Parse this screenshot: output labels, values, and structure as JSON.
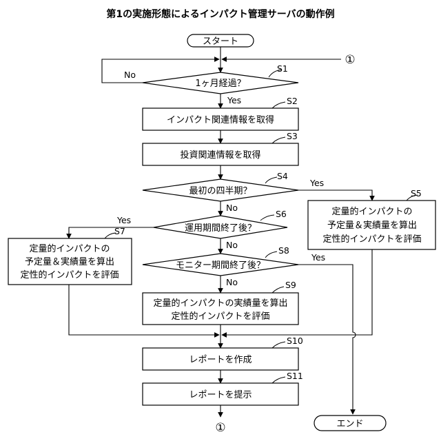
{
  "title": "第1の実施形態によるインパクト管理サーバの動作例",
  "start_label": "スタート",
  "end_label": "エンド",
  "connector_symbol": "①",
  "steps": {
    "s1": {
      "id": "S1",
      "text": "1ヶ月経過？"
    },
    "s2": {
      "id": "S2",
      "text": "インパクト関連情報を取得"
    },
    "s3": {
      "id": "S3",
      "text": "投資関連情報を取得"
    },
    "s4": {
      "id": "S4",
      "text": "最初の四半期？"
    },
    "s5": {
      "id": "S5",
      "lines": [
        "定量的インパクトの",
        "予定量＆実績量を算出",
        "定性的インパクトを評価"
      ]
    },
    "s6": {
      "id": "S6",
      "text": "運用期間終了後？"
    },
    "s7": {
      "id": "S7",
      "lines": [
        "定量的インパクトの",
        "予定量＆実績量を算出",
        "定性的インパクトを評価"
      ]
    },
    "s8": {
      "id": "S8",
      "text": "モニター期間終了後？"
    },
    "s9": {
      "id": "S9",
      "lines": [
        "定量的インパクトの実績量を算出",
        "定性的インパクトを評価"
      ]
    },
    "s10": {
      "id": "S10",
      "text": "レポートを作成"
    },
    "s11": {
      "id": "S11",
      "text": "レポートを提示"
    }
  },
  "branch_labels": {
    "yes": "Yes",
    "no": "No"
  }
}
